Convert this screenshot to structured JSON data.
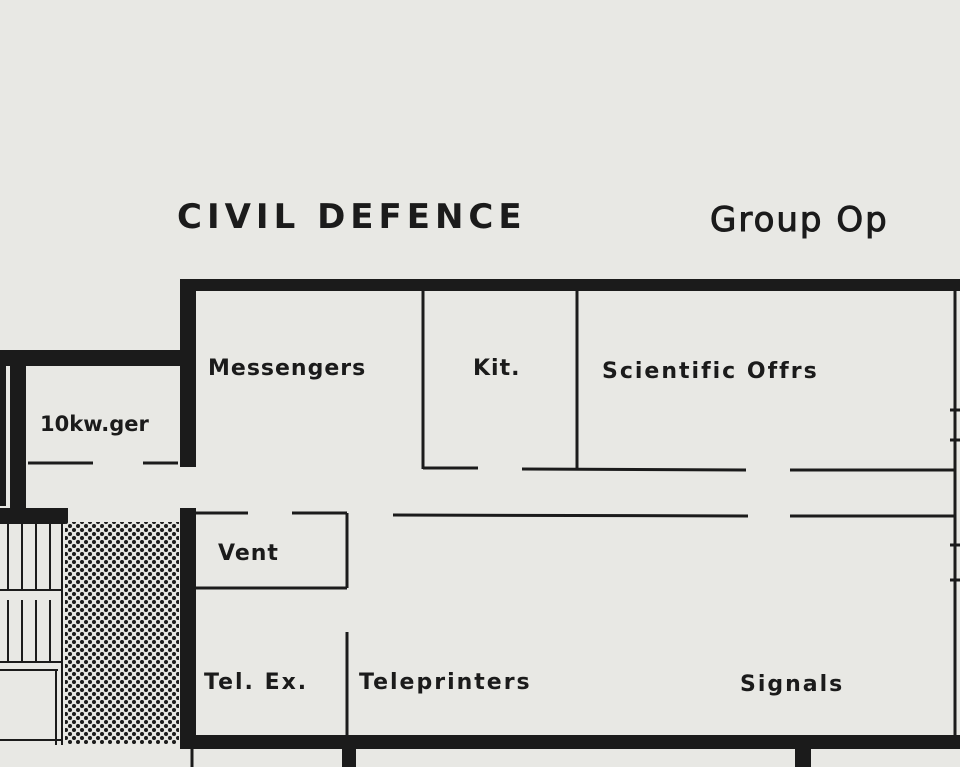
{
  "title": {
    "part1": "CIVIL DEFENCE",
    "part2": "Group Op"
  },
  "rooms": {
    "messengers": "Messengers",
    "kitchen": "Kit.",
    "scientific": "Scientific Offrs",
    "generator": "10kw.ger",
    "vent": "Vent",
    "tel_ex": "Tel. Ex.",
    "teleprinters": "Teleprinters",
    "signals": "Signals"
  },
  "colors": {
    "paper": "#e8e8e4",
    "ink": "#1b1b1b"
  }
}
